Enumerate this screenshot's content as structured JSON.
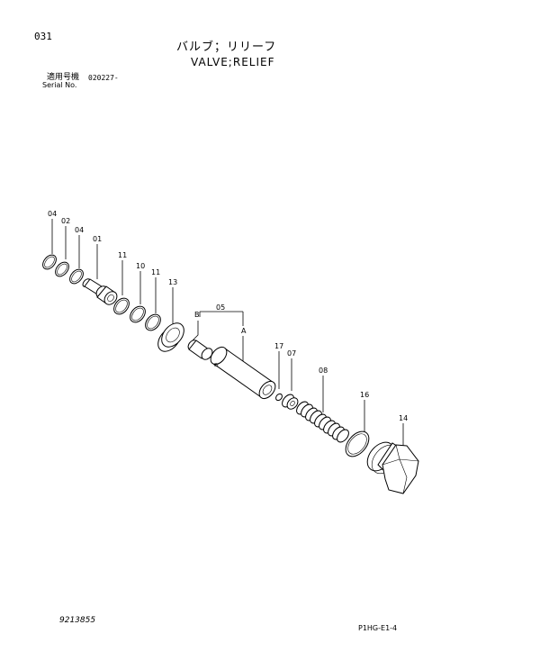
{
  "page_number": "031",
  "title_jp": "バルブ；リリーフ",
  "title_en": "VALVE;RELIEF",
  "serial": {
    "label_jp": "適用号機",
    "value": "020227-",
    "label_en": "Serial No."
  },
  "parts": {
    "p04a": "04",
    "p02": "02",
    "p04b": "04",
    "p01": "01",
    "p11a": "11",
    "p10": "10",
    "p11b": "11",
    "p13": "13",
    "p05": "05",
    "pB": "B",
    "pA": "A",
    "p17": "17",
    "p07": "07",
    "p08": "08",
    "p16": "16",
    "p14": "14"
  },
  "doc_number": "9213855",
  "page_code": "P1HG-E1-4"
}
